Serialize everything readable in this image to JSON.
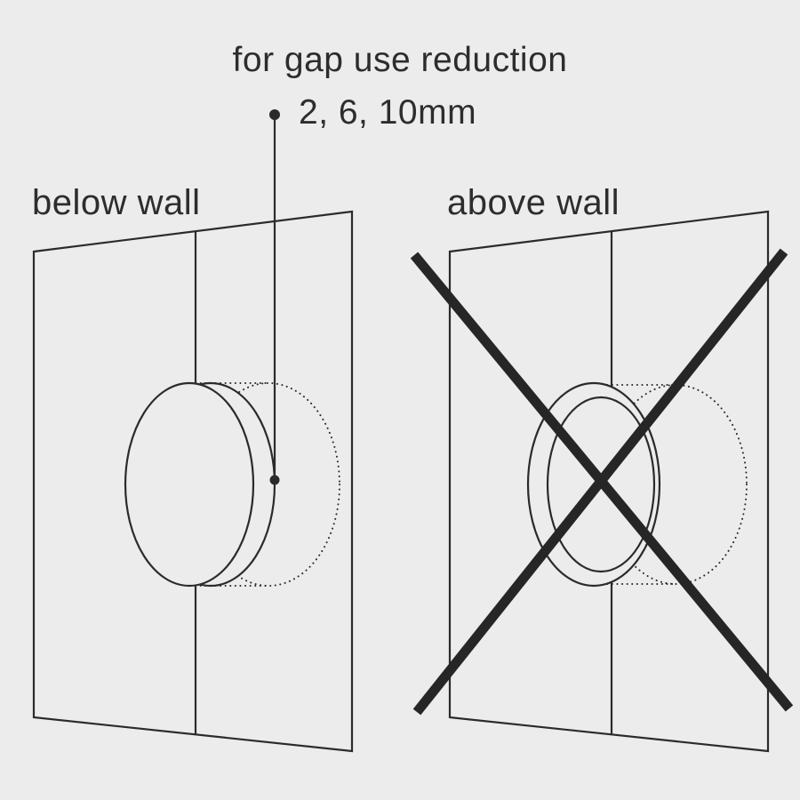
{
  "colors": {
    "background": "#ececec",
    "line": "#2b2b2b",
    "cross": "#262626"
  },
  "annotation": {
    "title": "for gap use reduction",
    "values": "2, 6, 10mm"
  },
  "diagrams": {
    "left": {
      "label": "below wall",
      "crossed_out": false
    },
    "right": {
      "label": "above wall",
      "crossed_out": true
    }
  }
}
